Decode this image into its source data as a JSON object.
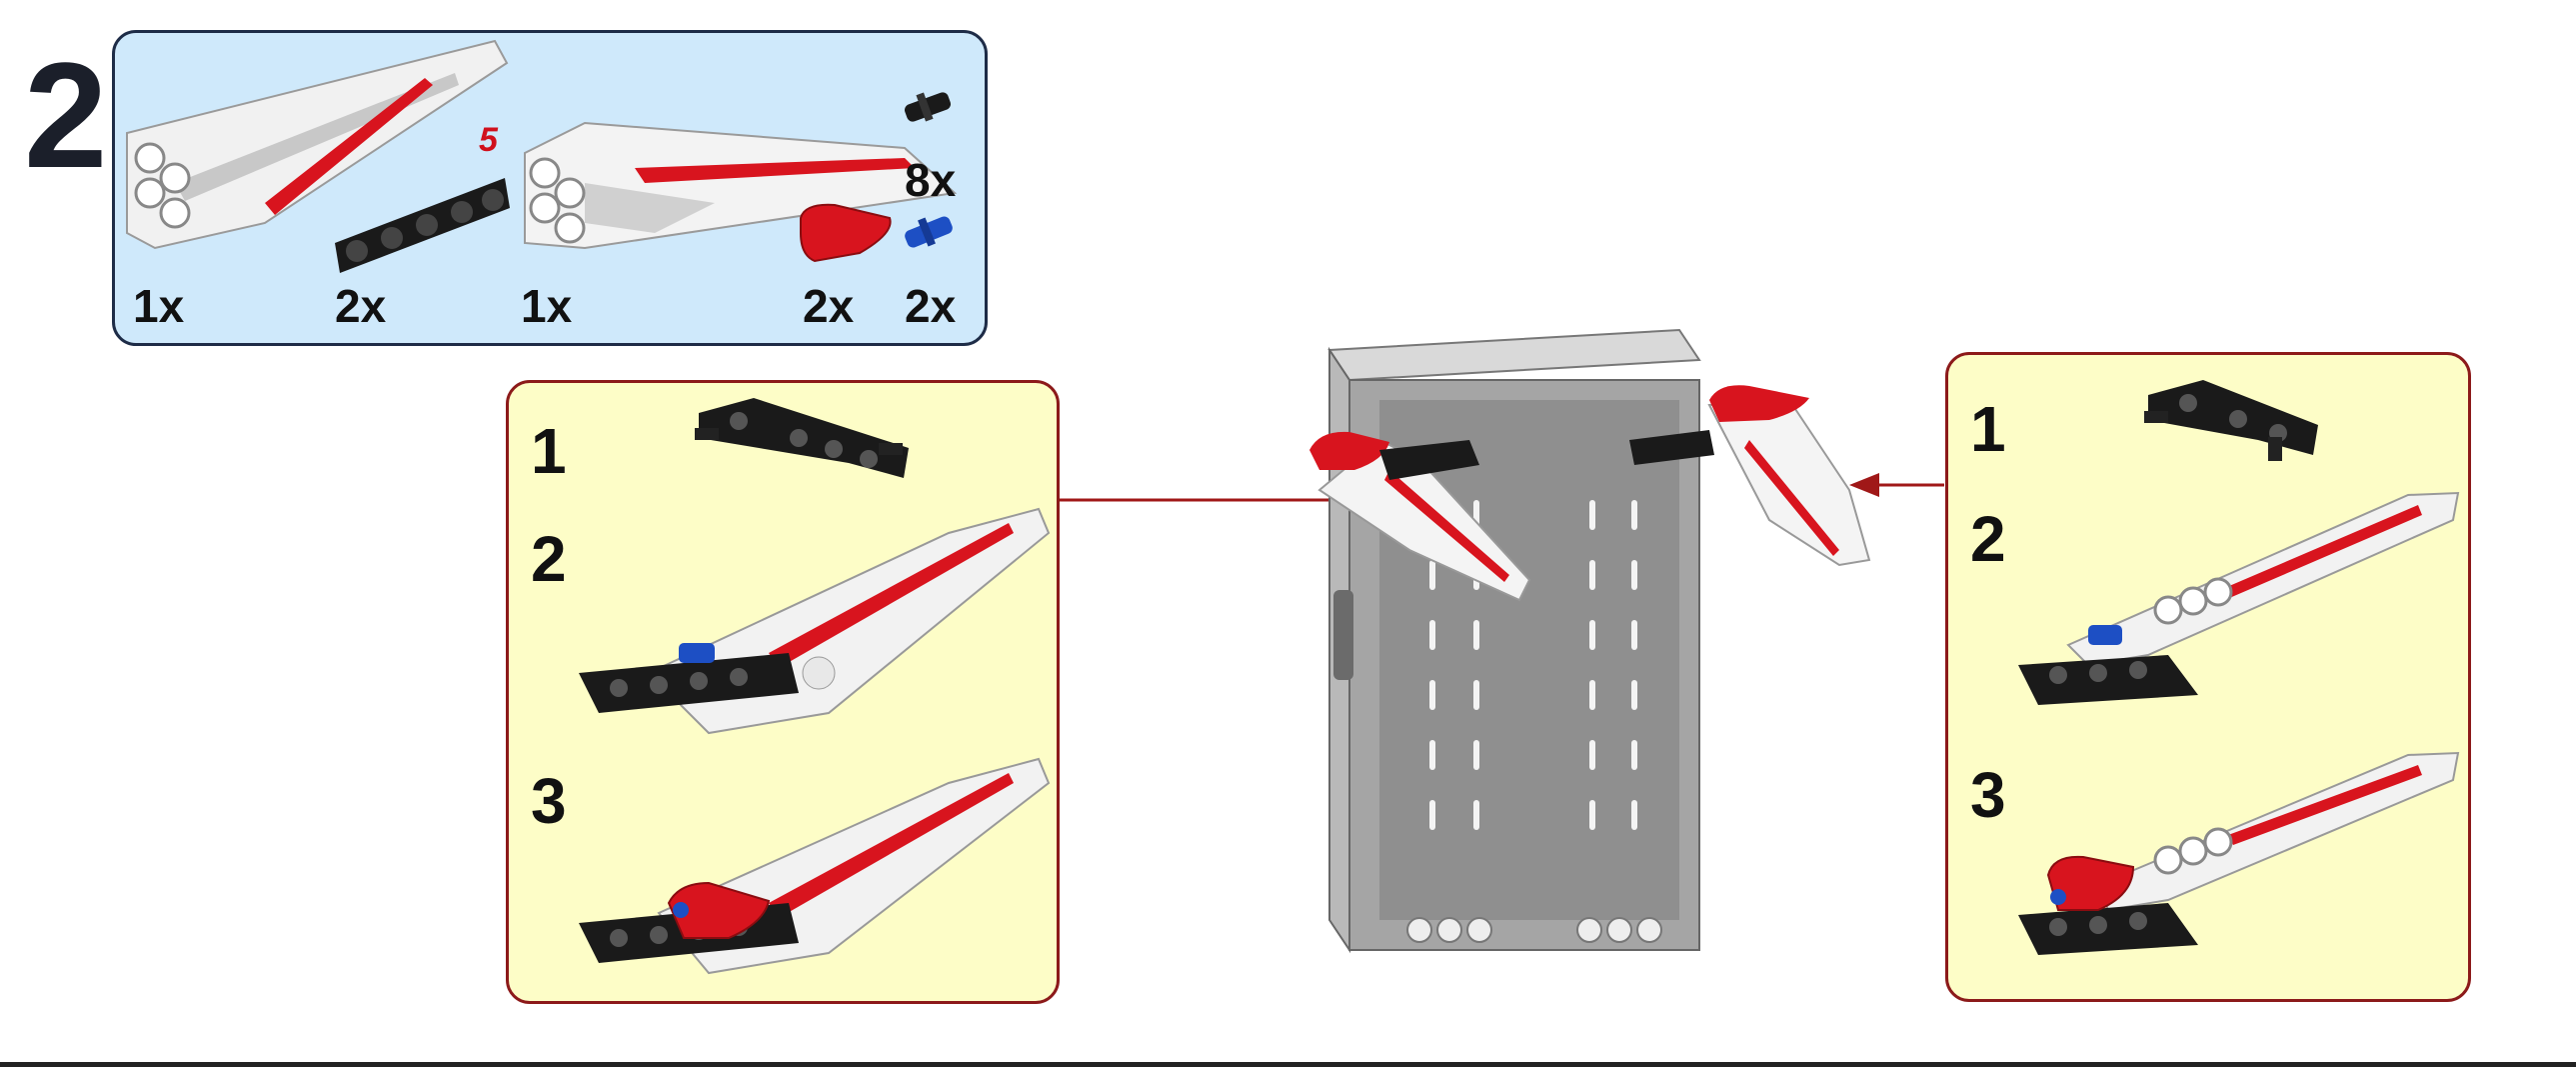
{
  "step": {
    "number": "2"
  },
  "parts_list": {
    "items": [
      {
        "name": "panel-left-wing",
        "qty": "1x"
      },
      {
        "name": "beam-5-black",
        "qty": "2x",
        "length_label": "5"
      },
      {
        "name": "panel-right-wing",
        "qty": "1x"
      },
      {
        "name": "axle-pin-black",
        "qty": "8x"
      },
      {
        "name": "nose-cone-red",
        "qty": "2x"
      },
      {
        "name": "axle-pin-blue",
        "qty": "2x"
      }
    ]
  },
  "left_callout": {
    "substeps": [
      "1",
      "2",
      "3"
    ]
  },
  "right_callout": {
    "substeps": [
      "1",
      "2",
      "3"
    ]
  },
  "colors": {
    "parts_bg": "#cfe9fb",
    "parts_border": "#1e2c47",
    "callout_bg": "#fdfdc7",
    "callout_border": "#8c1a1a",
    "arrow": "#a01818",
    "accent_red": "#d8141e",
    "pin_blue": "#1d4fc4"
  }
}
